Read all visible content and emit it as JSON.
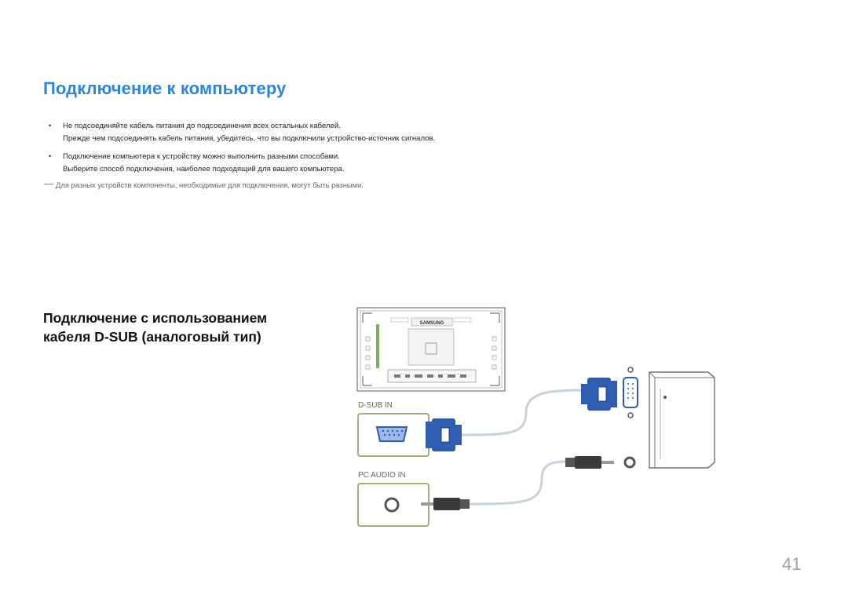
{
  "page": {
    "title": "Подключение к компьютеру",
    "page_number": "41"
  },
  "bullets": [
    {
      "line1": "Не подсоединяйте кабель питания до подсоединения всех остальных кабелей.",
      "line2": "Прежде чем подсоединять кабель питания, убедитесь, что вы подключили устройство-источник сигналов."
    },
    {
      "line1": "Подключение компьютера к устройству можно выполнить разными способами.",
      "line2": "Выберите способ подключения, наиболее подходящий для вашего компьютера."
    }
  ],
  "note": "Для разных устройств компоненты, необходимые для подключения, могут быть разными.",
  "section": {
    "title_line1": "Подключение с использованием",
    "title_line2": "кабеля D-SUB (аналоговый тип)"
  },
  "diagram": {
    "brand": "SAMSUNG",
    "port1_label": "D-SUB IN",
    "port2_label": "PC AUDIO IN",
    "colors": {
      "port_frame": "#a7ab7b",
      "vga_plug": "#2f5db3",
      "audio_plug": "#3a3a3a",
      "cable": "#c8d2d6"
    }
  }
}
